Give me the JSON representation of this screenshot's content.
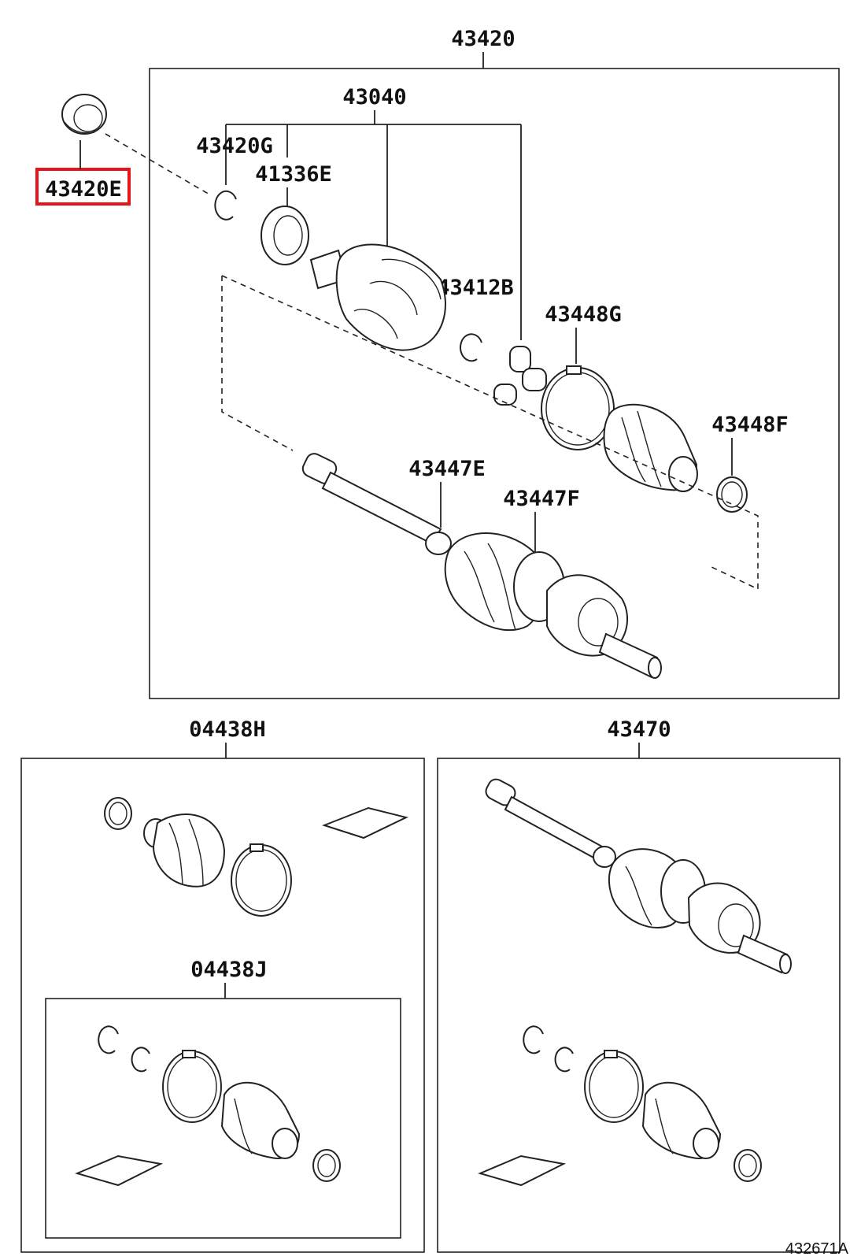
{
  "diagram": {
    "labels": {
      "assembly": "43420",
      "inner_joint": "43040",
      "snap_ring_g": "43420G",
      "dust_seal": "41336E",
      "highlighted_part": "43420E",
      "snap_ring_b": "43412B",
      "boot_clamp_g": "43448G",
      "boot_clamp_f": "43448F",
      "outer_clamp_e": "43447E",
      "outer_clamp_f": "43447F",
      "boot_kit_outer": "04438H",
      "boot_kit_inner": "04438J",
      "shaft_assy": "43470"
    },
    "reference_code": "432671A",
    "highlight_color": "#e8141c"
  }
}
